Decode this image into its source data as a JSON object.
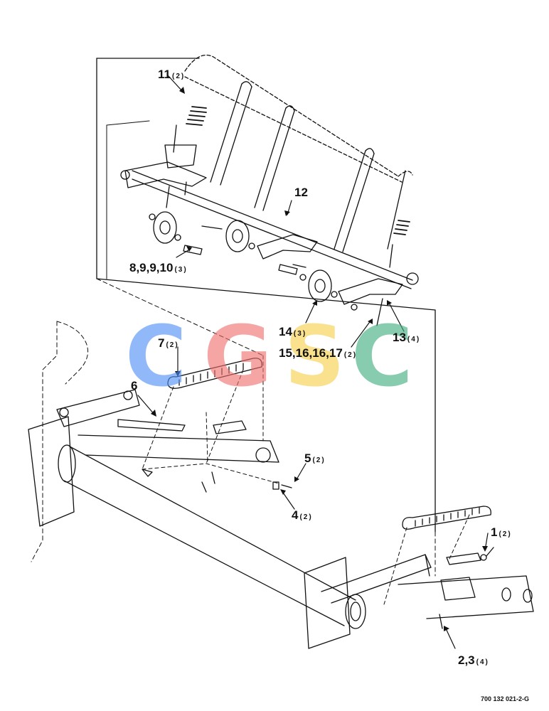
{
  "callouts": [
    {
      "id": "c11",
      "number": "11",
      "qty": "(2)"
    },
    {
      "id": "c12",
      "number": "12",
      "qty": ""
    },
    {
      "id": "c8",
      "number": "8,9,9,10",
      "qty": "(3)"
    },
    {
      "id": "c14",
      "number": "14",
      "qty": "(3)"
    },
    {
      "id": "c15",
      "number": "15,16,16,17",
      "qty": "(2)"
    },
    {
      "id": "c13",
      "number": "13",
      "qty": "(4)"
    },
    {
      "id": "c7",
      "number": "7",
      "qty": "(2)"
    },
    {
      "id": "c6",
      "number": "6",
      "qty": ""
    },
    {
      "id": "c5",
      "number": "5",
      "qty": "(2)"
    },
    {
      "id": "c4",
      "number": "4",
      "qty": "(2)"
    },
    {
      "id": "c1",
      "number": "1",
      "qty": "(2)"
    },
    {
      "id": "c23",
      "number": "2,3",
      "qty": "(4)"
    }
  ],
  "drawing_number": "700 132 021-2-G",
  "watermark": {
    "letters": [
      "C",
      "G",
      "S",
      "C"
    ],
    "colors": [
      "#4f8ff7",
      "#ef6f6c",
      "#f6cf4a",
      "#3fae7e"
    ]
  }
}
